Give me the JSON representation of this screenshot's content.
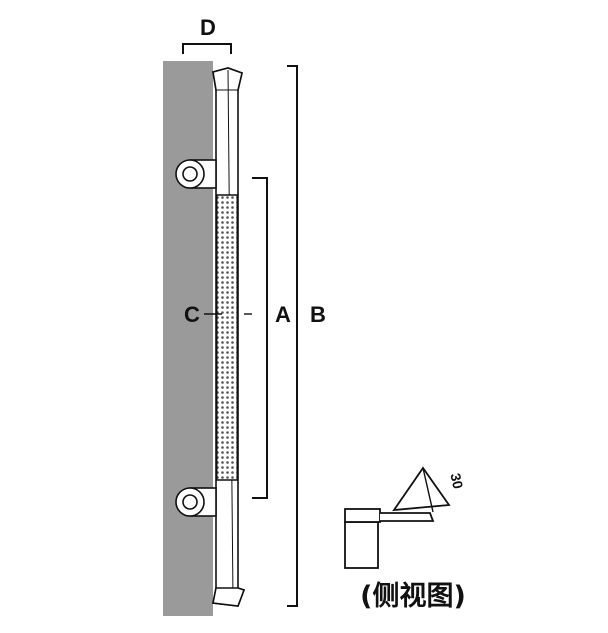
{
  "dimension_labels": {
    "d": "D",
    "c": "C",
    "a": "A",
    "b": "B"
  },
  "side_view": {
    "caption": "(侧视图)",
    "angle": "30"
  },
  "colors": {
    "wall": "#9a9a9a",
    "line": "#111111",
    "handle_fill": "#ffffff"
  }
}
